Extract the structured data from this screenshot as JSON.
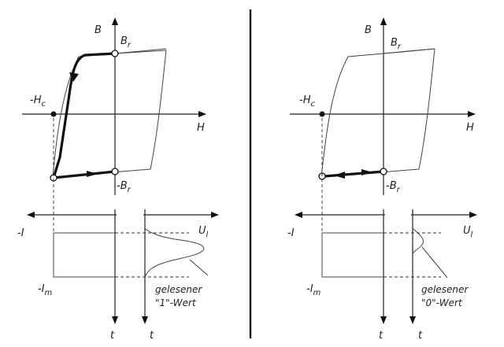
{
  "figure": {
    "left": {
      "hysteresis": {
        "axis_B": "B",
        "axis_H": "H",
        "label_Br": "B",
        "label_Br_sub": "r",
        "label_negBr": "-B",
        "label_negBr_sub": "r",
        "label_negHc": "-H",
        "label_negHc_sub": "c"
      },
      "signals": {
        "label_negI": "-I",
        "label_negIm": "-I",
        "label_negIm_sub": "m",
        "axis_t_current": "t",
        "axis_t_voltage": "t",
        "label_Ul": "U",
        "label_Ul_sub": "l",
        "annotation_line1": "gelesener",
        "annotation_line2": "\"1\"-Wert"
      }
    },
    "right": {
      "hysteresis": {
        "axis_B": "B",
        "axis_H": "H",
        "label_Br": "B",
        "label_Br_sub": "r",
        "label_negBr": "-B",
        "label_negBr_sub": "r",
        "label_negHc": "-H",
        "label_negHc_sub": "c"
      },
      "signals": {
        "label_negI": "-I",
        "label_negIm": "-I",
        "label_negIm_sub": "m",
        "axis_t_current": "t",
        "axis_t_voltage": "t",
        "label_Ul": "U",
        "label_Ul_sub": "l",
        "annotation_line1": "gelesener",
        "annotation_line2": "\"0\"-Wert"
      }
    }
  }
}
